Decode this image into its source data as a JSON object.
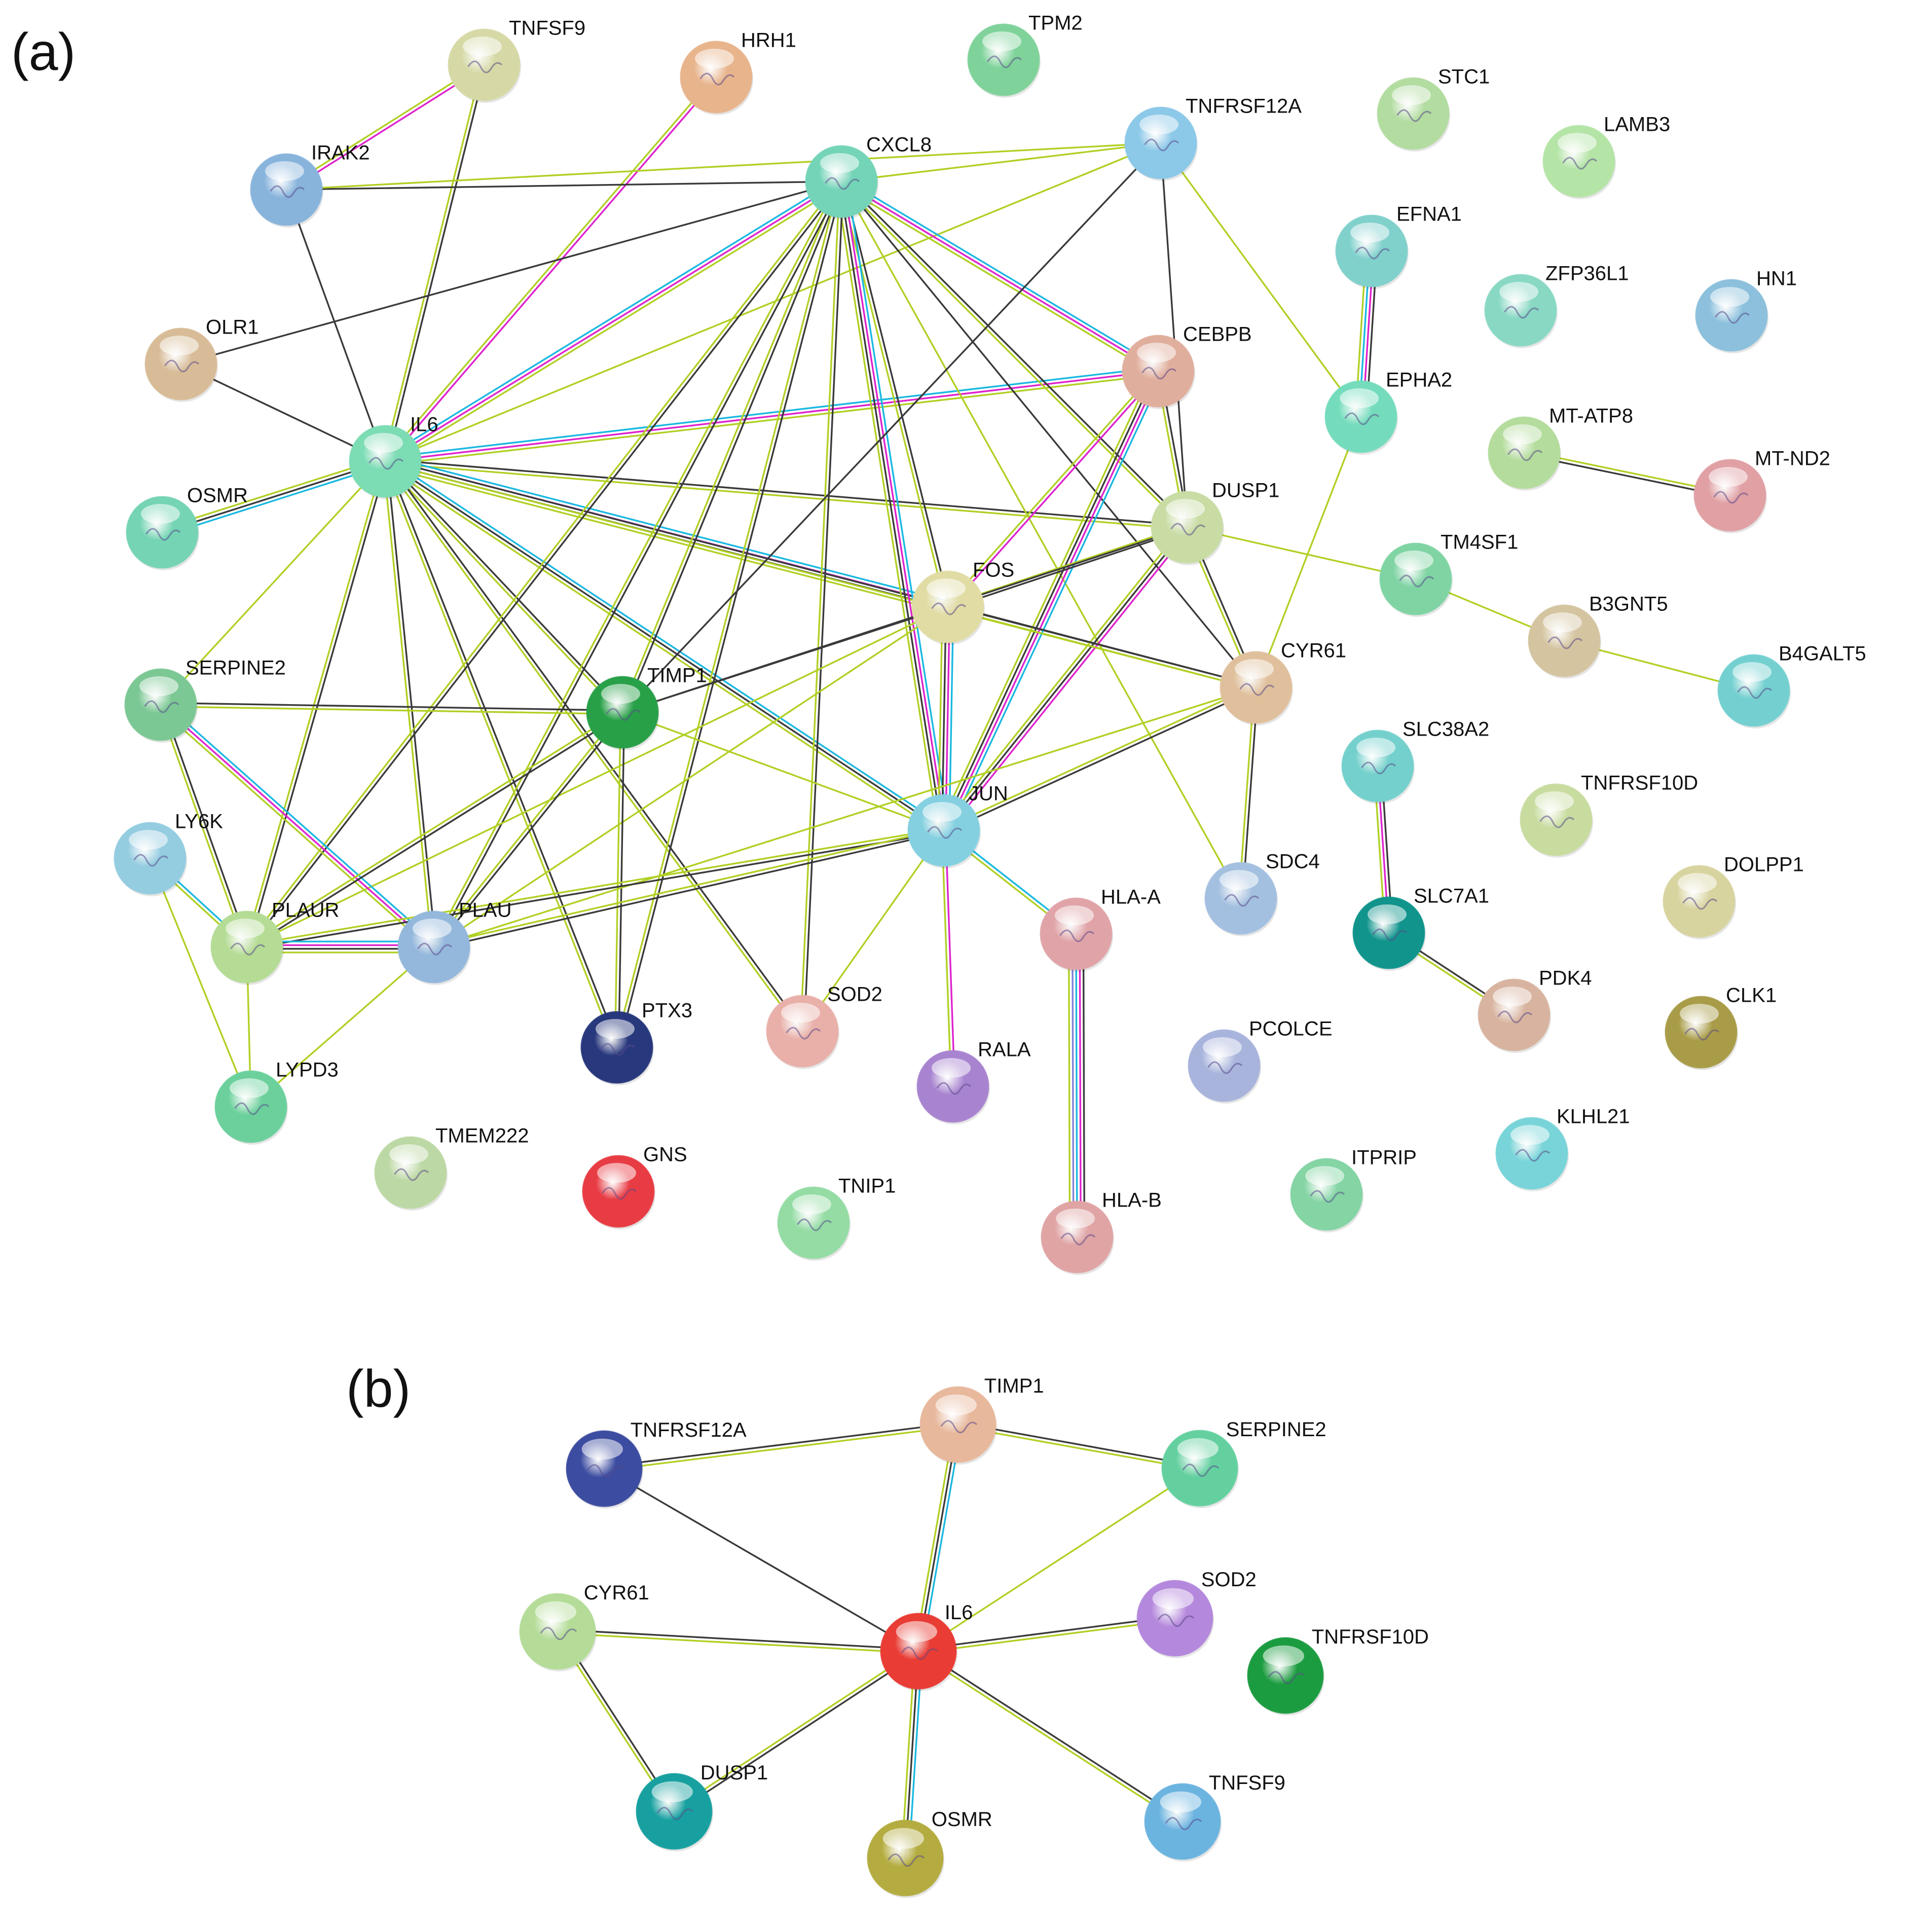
{
  "panels": [
    {
      "id": "a",
      "label": "(a)",
      "nodes": [
        {
          "id": "TNFSF9",
          "label": "TNFSF9",
          "color": "#d6d9a6"
        },
        {
          "id": "HRH1",
          "label": "HRH1",
          "color": "#e8b48c"
        },
        {
          "id": "TPM2",
          "label": "TPM2",
          "color": "#7fd39a"
        },
        {
          "id": "STC1",
          "label": "STC1",
          "color": "#b2dca0"
        },
        {
          "id": "LAMB3",
          "label": "LAMB3",
          "color": "#b4e4a6"
        },
        {
          "id": "TNFRSF12A",
          "label": "TNFRSF12A",
          "color": "#8cc8e8"
        },
        {
          "id": "IRAK2",
          "label": "IRAK2",
          "color": "#88b4dc"
        },
        {
          "id": "CXCL8",
          "label": "CXCL8",
          "color": "#74d4b8"
        },
        {
          "id": "EFNA1",
          "label": "EFNA1",
          "color": "#80d0cc"
        },
        {
          "id": "ZFP36L1",
          "label": "ZFP36L1",
          "color": "#88d8c4"
        },
        {
          "id": "HN1",
          "label": "HN1",
          "color": "#8cc0dc"
        },
        {
          "id": "OLR1",
          "label": "OLR1",
          "color": "#d8bc98"
        },
        {
          "id": "CEBPB",
          "label": "CEBPB",
          "color": "#e0ae9c"
        },
        {
          "id": "EPHA2",
          "label": "EPHA2",
          "color": "#74dcbc"
        },
        {
          "id": "MT-ATP8",
          "label": "MT-ATP8",
          "color": "#b4dc9c"
        },
        {
          "id": "IL6",
          "label": "IL6",
          "color": "#7cdcb4"
        },
        {
          "id": "MT-ND2",
          "label": "MT-ND2",
          "color": "#e0a0a4"
        },
        {
          "id": "OSMR",
          "label": "OSMR",
          "color": "#74d4b4"
        },
        {
          "id": "DUSP1",
          "label": "DUSP1",
          "color": "#c8dca4"
        },
        {
          "id": "TM4SF1",
          "label": "TM4SF1",
          "color": "#80d4a4"
        },
        {
          "id": "FOS",
          "label": "FOS",
          "color": "#e0dca4"
        },
        {
          "id": "B3GNT5",
          "label": "B3GNT5",
          "color": "#d4c4a0"
        },
        {
          "id": "B4GALT5",
          "label": "B4GALT5",
          "color": "#74d0d0"
        },
        {
          "id": "SERPINE2",
          "label": "SERPINE2",
          "color": "#7cc894"
        },
        {
          "id": "TIMP1",
          "label": "TIMP1",
          "color": "#28a048"
        },
        {
          "id": "CYR61",
          "label": "CYR61",
          "color": "#e0c09c"
        },
        {
          "id": "SLC38A2",
          "label": "SLC38A2",
          "color": "#74d0cc"
        },
        {
          "id": "TNFRSF10D",
          "label": "TNFRSF10D",
          "color": "#c8dca0"
        },
        {
          "id": "LY6K",
          "label": "LY6K",
          "color": "#94cce0"
        },
        {
          "id": "JUN",
          "label": "JUN",
          "color": "#84d0e0"
        },
        {
          "id": "SDC4",
          "label": "SDC4",
          "color": "#a4c0e0"
        },
        {
          "id": "DOLPP1",
          "label": "DOLPP1",
          "color": "#d8d4a0"
        },
        {
          "id": "SLC7A1",
          "label": "SLC7A1",
          "color": "#10948c"
        },
        {
          "id": "PLAUR",
          "label": "PLAUR",
          "color": "#b4dc94"
        },
        {
          "id": "PLAU",
          "label": "PLAU",
          "color": "#94b8dc"
        },
        {
          "id": "HLA-A",
          "label": "HLA-A",
          "color": "#e0a4a8"
        },
        {
          "id": "PDK4",
          "label": "PDK4",
          "color": "#d8b4a0"
        },
        {
          "id": "CLK1",
          "label": "CLK1",
          "color": "#a89c48"
        },
        {
          "id": "PTX3",
          "label": "PTX3",
          "color": "#28387c"
        },
        {
          "id": "SOD2",
          "label": "SOD2",
          "color": "#e8b0a8"
        },
        {
          "id": "PCOLCE",
          "label": "PCOLCE",
          "color": "#a8b4dc"
        },
        {
          "id": "RALA",
          "label": "RALA",
          "color": "#a884d0"
        },
        {
          "id": "LYPD3",
          "label": "LYPD3",
          "color": "#6cd09c"
        },
        {
          "id": "TMEM222",
          "label": "TMEM222",
          "color": "#bcd8a4"
        },
        {
          "id": "GNS",
          "label": "GNS",
          "color": "#e83c44"
        },
        {
          "id": "TNIP1",
          "label": "TNIP1",
          "color": "#94dca4"
        },
        {
          "id": "ITPRIP",
          "label": "ITPRIP",
          "color": "#84d4a4"
        },
        {
          "id": "KLHL21",
          "label": "KLHL21",
          "color": "#78d4d8"
        },
        {
          "id": "HLA-B",
          "label": "HLA-B",
          "color": "#e0a4a4"
        }
      ],
      "edges": [
        {
          "from": "TNFSF9",
          "to": "IRAK2",
          "types": [
            "#dd22cc",
            "#b0d024"
          ]
        },
        {
          "from": "TNFSF9",
          "to": "IL6",
          "types": [
            "#3a3a3a",
            "#b0d024"
          ]
        },
        {
          "from": "HRH1",
          "to": "IL6",
          "types": [
            "#dd22cc",
            "#b0d024"
          ]
        },
        {
          "from": "IRAK2",
          "to": "CXCL8",
          "types": [
            "#3a3a3a"
          ]
        },
        {
          "from": "IRAK2",
          "to": "IL6",
          "types": [
            "#3a3a3a"
          ]
        },
        {
          "from": "IRAK2",
          "to": "TNFRSF12A",
          "types": [
            "#b0d024"
          ]
        },
        {
          "from": "CXCL8",
          "to": "TNFRSF12A",
          "types": [
            "#b0d024"
          ]
        },
        {
          "from": "OLR1",
          "to": "IL6",
          "types": [
            "#3a3a3a"
          ]
        },
        {
          "from": "OLR1",
          "to": "CXCL8",
          "types": [
            "#3a3a3a"
          ]
        },
        {
          "from": "IL6",
          "to": "CXCL8",
          "types": [
            "#1ab8e0",
            "#dd22cc",
            "#b0d024"
          ]
        },
        {
          "from": "IL6",
          "to": "TNFRSF12A",
          "types": [
            "#b0d024"
          ]
        },
        {
          "from": "IL6",
          "to": "CEBPB",
          "types": [
            "#1ab8e0",
            "#dd22cc",
            "#b0d024"
          ]
        },
        {
          "from": "IL6",
          "to": "DUSP1",
          "types": [
            "#3a3a3a",
            "#b0d024"
          ]
        },
        {
          "from": "IL6",
          "to": "FOS",
          "types": [
            "#1ab8e0",
            "#dd22cc",
            "#3a3a3a",
            "#b0d024"
          ]
        },
        {
          "from": "IL6",
          "to": "OSMR",
          "types": [
            "#1ab8e0",
            "#3a3a3a",
            "#b0d024"
          ]
        },
        {
          "from": "IL6",
          "to": "SERPINE2",
          "types": [
            "#b0d024"
          ]
        },
        {
          "from": "IL6",
          "to": "TIMP1",
          "types": [
            "#3a3a3a",
            "#b0d024"
          ]
        },
        {
          "from": "IL6",
          "to": "CYR61",
          "types": [
            "#3a3a3a",
            "#b0d024"
          ]
        },
        {
          "from": "IL6",
          "to": "JUN",
          "types": [
            "#1ab8e0",
            "#3a3a3a",
            "#b0d024"
          ]
        },
        {
          "from": "IL6",
          "to": "PLAUR",
          "types": [
            "#3a3a3a",
            "#b0d024"
          ]
        },
        {
          "from": "IL6",
          "to": "PLAU",
          "types": [
            "#3a3a3a",
            "#b0d024"
          ]
        },
        {
          "from": "IL6",
          "to": "PTX3",
          "types": [
            "#3a3a3a",
            "#b0d024"
          ]
        },
        {
          "from": "IL6",
          "to": "SOD2",
          "types": [
            "#3a3a3a",
            "#b0d024"
          ]
        },
        {
          "from": "CXCL8",
          "to": "CEBPB",
          "types": [
            "#1ab8e0",
            "#dd22cc",
            "#b0d024"
          ]
        },
        {
          "from": "CXCL8",
          "to": "DUSP1",
          "types": [
            "#3a3a3a",
            "#b0d024"
          ]
        },
        {
          "from": "CXCL8",
          "to": "FOS",
          "types": [
            "#3a3a3a",
            "#b0d024"
          ]
        },
        {
          "from": "CXCL8",
          "to": "JUN",
          "types": [
            "#1ab8e0",
            "#dd22cc",
            "#3a3a3a",
            "#b0d024"
          ]
        },
        {
          "from": "CXCL8",
          "to": "TIMP1",
          "types": [
            "#3a3a3a",
            "#b0d024"
          ]
        },
        {
          "from": "CXCL8",
          "to": "PLAUR",
          "types": [
            "#3a3a3a",
            "#b0d024"
          ]
        },
        {
          "from": "CXCL8",
          "to": "PLAU",
          "types": [
            "#3a3a3a",
            "#b0d024"
          ]
        },
        {
          "from": "CXCL8",
          "to": "PTX3",
          "types": [
            "#3a3a3a",
            "#b0d024"
          ]
        },
        {
          "from": "CXCL8",
          "to": "SOD2",
          "types": [
            "#3a3a3a",
            "#b0d024"
          ]
        },
        {
          "from": "CXCL8",
          "to": "CYR61",
          "types": [
            "#3a3a3a"
          ]
        },
        {
          "from": "CXCL8",
          "to": "SDC4",
          "types": [
            "#b0d024"
          ]
        },
        {
          "from": "TNFRSF12A",
          "to": "TIMP1",
          "types": [
            "#3a3a3a"
          ]
        },
        {
          "from": "TNFRSF12A",
          "to": "EPHA2",
          "types": [
            "#b0d024"
          ]
        },
        {
          "from": "TNFRSF12A",
          "to": "DUSP1",
          "types": [
            "#3a3a3a"
          ]
        },
        {
          "from": "EFNA1",
          "to": "EPHA2",
          "types": [
            "#3a3a3a",
            "#dd22cc",
            "#1ab8e0",
            "#b0d024"
          ]
        },
        {
          "from": "EPHA2",
          "to": "CYR61",
          "types": [
            "#b0d024"
          ]
        },
        {
          "from": "CEBPB",
          "to": "DUSP1",
          "types": [
            "#3a3a3a",
            "#b0d024"
          ]
        },
        {
          "from": "CEBPB",
          "to": "FOS",
          "types": [
            "#dd22cc",
            "#b0d024"
          ]
        },
        {
          "from": "CEBPB",
          "to": "JUN",
          "types": [
            "#1ab8e0",
            "#dd22cc",
            "#3a3a3a",
            "#b0d024"
          ]
        },
        {
          "from": "MT-ATP8",
          "to": "MT-ND2",
          "types": [
            "#b0d024",
            "#3a3a3a"
          ]
        },
        {
          "from": "DUSP1",
          "to": "FOS",
          "types": [
            "#3a3a3a",
            "#b0d024"
          ]
        },
        {
          "from": "DUSP1",
          "to": "JUN",
          "types": [
            "#dd22cc",
            "#3a3a3a",
            "#b0d024"
          ]
        },
        {
          "from": "DUSP1",
          "to": "CYR61",
          "types": [
            "#3a3a3a",
            "#b0d024"
          ]
        },
        {
          "from": "DUSP1",
          "to": "TM4SF1",
          "types": [
            "#b0d024"
          ]
        },
        {
          "from": "DUSP1",
          "to": "TIMP1",
          "types": [
            "#3a3a3a"
          ]
        },
        {
          "from": "TM4SF1",
          "to": "B3GNT5",
          "types": [
            "#b0d024"
          ]
        },
        {
          "from": "B3GNT5",
          "to": "B4GALT5",
          "types": [
            "#b0d024"
          ]
        },
        {
          "from": "FOS",
          "to": "JUN",
          "types": [
            "#1ab8e0",
            "#dd22cc",
            "#3a3a3a",
            "#b0d024"
          ]
        },
        {
          "from": "FOS",
          "to": "CYR61",
          "types": [
            "#3a3a3a",
            "#b0d024"
          ]
        },
        {
          "from": "FOS",
          "to": "TIMP1",
          "types": [
            "#3a3a3a"
          ]
        },
        {
          "from": "FOS",
          "to": "PLAUR",
          "types": [
            "#b0d024"
          ]
        },
        {
          "from": "FOS",
          "to": "PLAU",
          "types": [
            "#b0d024"
          ]
        },
        {
          "from": "SERPINE2",
          "to": "TIMP1",
          "types": [
            "#3a3a3a",
            "#b0d024"
          ]
        },
        {
          "from": "SERPINE2",
          "to": "PLAUR",
          "types": [
            "#3a3a3a",
            "#b0d024"
          ]
        },
        {
          "from": "SERPINE2",
          "to": "PLAU",
          "types": [
            "#1ab8e0",
            "#dd22cc",
            "#b0d024"
          ]
        },
        {
          "from": "TIMP1",
          "to": "JUN",
          "types": [
            "#b0d024"
          ]
        },
        {
          "from": "TIMP1",
          "to": "PLAUR",
          "types": [
            "#3a3a3a",
            "#b0d024"
          ]
        },
        {
          "from": "TIMP1",
          "to": "PLAU",
          "types": [
            "#3a3a3a",
            "#b0d024"
          ]
        },
        {
          "from": "TIMP1",
          "to": "PTX3",
          "types": [
            "#3a3a3a",
            "#b0d024"
          ]
        },
        {
          "from": "CYR61",
          "to": "JUN",
          "types": [
            "#3a3a3a",
            "#b0d024"
          ]
        },
        {
          "from": "CYR61",
          "to": "SDC4",
          "types": [
            "#3a3a3a",
            "#b0d024"
          ]
        },
        {
          "from": "CYR61",
          "to": "PLAU",
          "types": [
            "#b0d024"
          ]
        },
        {
          "from": "SLC38A2",
          "to": "SLC7A1",
          "types": [
            "#3a3a3a",
            "#dd22cc",
            "#b0d024"
          ]
        },
        {
          "from": "LY6K",
          "to": "PLAUR",
          "types": [
            "#1ab8e0",
            "#b0d024"
          ]
        },
        {
          "from": "LY6K",
          "to": "LYPD3",
          "types": [
            "#b0d024"
          ]
        },
        {
          "from": "JUN",
          "to": "PLAUR",
          "types": [
            "#3a3a3a",
            "#b0d024"
          ]
        },
        {
          "from": "JUN",
          "to": "PLAU",
          "types": [
            "#3a3a3a",
            "#b0d024"
          ]
        },
        {
          "from": "JUN",
          "to": "HLA-A",
          "types": [
            "#1ab8e0",
            "#b0d024"
          ]
        },
        {
          "from": "JUN",
          "to": "RALA",
          "types": [
            "#dd22cc",
            "#b0d024"
          ]
        },
        {
          "from": "JUN",
          "to": "SOD2",
          "types": [
            "#b0d024"
          ]
        },
        {
          "from": "SLC7A1",
          "to": "PDK4",
          "types": [
            "#3a3a3a",
            "#b0d024"
          ]
        },
        {
          "from": "PLAUR",
          "to": "PLAU",
          "types": [
            "#1ab8e0",
            "#dd22cc",
            "#3a3a3a",
            "#b0d024"
          ]
        },
        {
          "from": "PLAUR",
          "to": "LYPD3",
          "types": [
            "#b0d024"
          ]
        },
        {
          "from": "PLAU",
          "to": "LYPD3",
          "types": [
            "#b0d024"
          ]
        },
        {
          "from": "HLA-A",
          "to": "HLA-B",
          "types": [
            "#3a3a3a",
            "#dd22cc",
            "#1ab8e0",
            "#8080d8",
            "#b0d024"
          ]
        }
      ]
    },
    {
      "id": "b",
      "label": "(b)",
      "nodes": [
        {
          "id": "TIMP1",
          "label": "TIMP1",
          "color": "#e8b89c"
        },
        {
          "id": "TNFRSF12A",
          "label": "TNFRSF12A",
          "color": "#3c4ca0"
        },
        {
          "id": "SERPINE2",
          "label": "SERPINE2",
          "color": "#64d0a0"
        },
        {
          "id": "CYR61",
          "label": "CYR61",
          "color": "#b4dc98"
        },
        {
          "id": "IL6",
          "label": "IL6",
          "color": "#e83c34"
        },
        {
          "id": "SOD2",
          "label": "SOD2",
          "color": "#b488dc"
        },
        {
          "id": "TNFRSF10D",
          "label": "TNFRSF10D",
          "color": "#1c9c40"
        },
        {
          "id": "DUSP1",
          "label": "DUSP1",
          "color": "#18a0a0"
        },
        {
          "id": "TNFSF9",
          "label": "TNFSF9",
          "color": "#6cb4e0"
        },
        {
          "id": "OSMR",
          "label": "OSMR",
          "color": "#b4ac40"
        }
      ],
      "edges": [
        {
          "from": "TNFRSF12A",
          "to": "TIMP1",
          "types": [
            "#3a3a3a",
            "#b0d024"
          ]
        },
        {
          "from": "TIMP1",
          "to": "SERPINE2",
          "types": [
            "#3a3a3a",
            "#b0d024"
          ]
        },
        {
          "from": "TIMP1",
          "to": "IL6",
          "types": [
            "#1ab8e0",
            "#3a3a3a",
            "#b0d024"
          ]
        },
        {
          "from": "TNFRSF12A",
          "to": "IL6",
          "types": [
            "#3a3a3a"
          ]
        },
        {
          "from": "SERPINE2",
          "to": "IL6",
          "types": [
            "#b0d024"
          ]
        },
        {
          "from": "CYR61",
          "to": "IL6",
          "types": [
            "#3a3a3a",
            "#b0d024"
          ]
        },
        {
          "from": "CYR61",
          "to": "DUSP1",
          "types": [
            "#3a3a3a",
            "#b0d024"
          ]
        },
        {
          "from": "IL6",
          "to": "SOD2",
          "types": [
            "#3a3a3a",
            "#b0d024"
          ]
        },
        {
          "from": "IL6",
          "to": "DUSP1",
          "types": [
            "#3a3a3a",
            "#b0d024"
          ]
        },
        {
          "from": "IL6",
          "to": "OSMR",
          "types": [
            "#1ab8e0",
            "#3a3a3a",
            "#b0d024"
          ]
        },
        {
          "from": "IL6",
          "to": "TNFSF9",
          "types": [
            "#3a3a3a",
            "#b0d024"
          ]
        }
      ]
    }
  ]
}
